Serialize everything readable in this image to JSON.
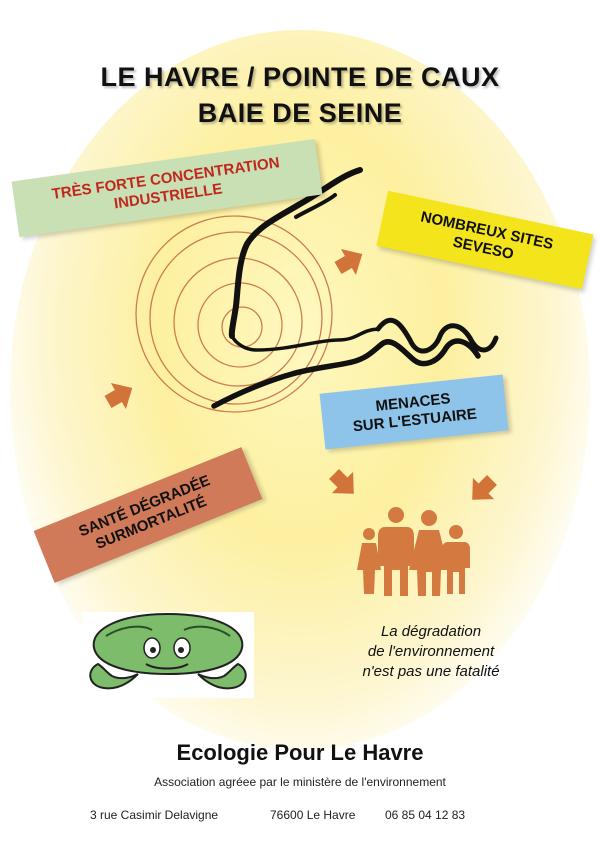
{
  "header": {
    "title_line1": "LE HAVRE /  POINTE DE CAUX",
    "title_line2": "BAIE DE SEINE"
  },
  "labels": {
    "industry_line1": "TRÈS FORTE CONCENTRATION",
    "industry_line2": "INDUSTRIELLE",
    "seveso_line1": "NOMBREUX SITES",
    "seveso_line2": "SEVESO",
    "estuary_line1": "MENACES",
    "estuary_line2": "SUR L'ESTUAIRE",
    "health_line1": "SANTÉ DÉGRADÉE",
    "health_line2": "SURMORTALITÉ"
  },
  "quote": {
    "line1": "La dégradation",
    "line2": "de l'environnement",
    "line3": "n'est pas une fatalité"
  },
  "footer": {
    "organization": "Ecologie Pour Le Havre",
    "association_note": "Association agréee par le ministère de l'environnement",
    "address": "3 rue Casimir Delavigne",
    "city": "76600 Le Havre",
    "phone": "06 85 04 12 83"
  },
  "colors": {
    "arrow": "#d2743a",
    "rings": "#c9713e",
    "people": "#d47a40",
    "coast": "#111111",
    "crab": "#7cbc6a"
  },
  "icons": [
    "orange-arrow-icon",
    "family-icon",
    "crab-logo-icon"
  ]
}
